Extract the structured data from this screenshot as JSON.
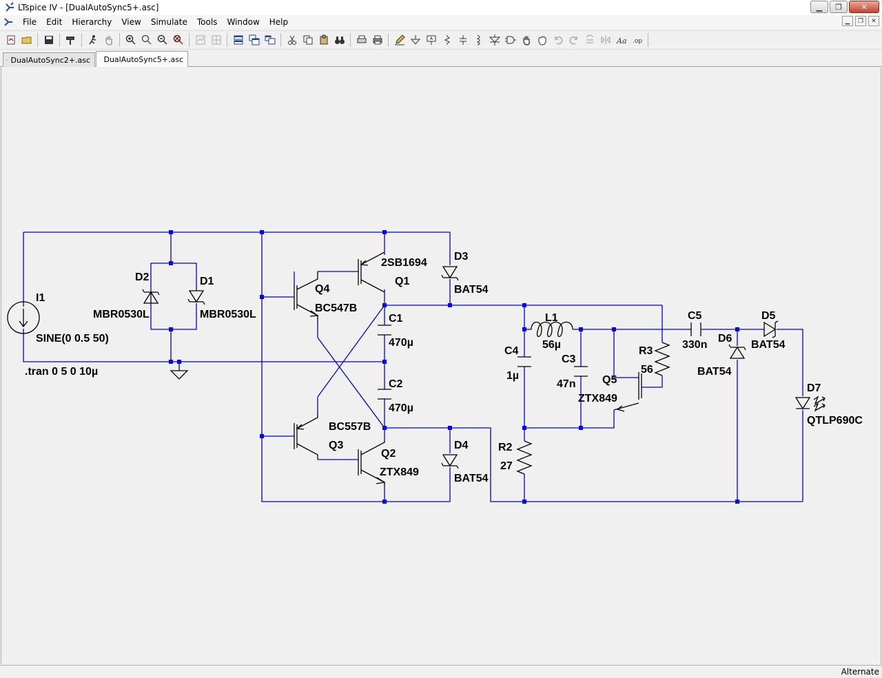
{
  "window": {
    "title": "LTspice IV - [DualAutoSync5+.asc]"
  },
  "menu": [
    "File",
    "Edit",
    "Hierarchy",
    "View",
    "Simulate",
    "Tools",
    "Window",
    "Help"
  ],
  "tabs": [
    {
      "label": "DualAutoSync2+.asc",
      "active": false
    },
    {
      "label": "DualAutoSync5+.asc",
      "active": true
    }
  ],
  "status": {
    "mode": "Alternate"
  },
  "colors": {
    "wire": "#0000cc",
    "junction": "#0000ff",
    "component": "#000000"
  },
  "schematic": {
    "components": {
      "I1": {
        "ref": "I1",
        "value": "SINE(0 0.5 50)"
      },
      "D1": {
        "ref": "D1",
        "value": "MBR0530L"
      },
      "D2": {
        "ref": "D2",
        "value": "MBR0530L"
      },
      "Q1": {
        "ref": "Q1",
        "value": "2SB1694"
      },
      "Q2": {
        "ref": "Q2",
        "value": "ZTX849"
      },
      "Q3": {
        "ref": "Q3",
        "value": "BC557B"
      },
      "Q4": {
        "ref": "Q4",
        "value": "BC547B"
      },
      "Q5": {
        "ref": "Q5",
        "value": "ZTX849"
      },
      "D3": {
        "ref": "D3",
        "value": "BAT54"
      },
      "D4": {
        "ref": "D4",
        "value": "BAT54"
      },
      "D5": {
        "ref": "D5",
        "value": "BAT54"
      },
      "D6": {
        "ref": "D6",
        "value": "BAT54"
      },
      "D7": {
        "ref": "D7",
        "value": "QTLP690C"
      },
      "C1": {
        "ref": "C1",
        "value": "470µ"
      },
      "C2": {
        "ref": "C2",
        "value": "470µ"
      },
      "C3": {
        "ref": "C3",
        "value": "47n"
      },
      "C4": {
        "ref": "C4",
        "value": "1µ"
      },
      "C5": {
        "ref": "C5",
        "value": "330n"
      },
      "L1": {
        "ref": "L1",
        "value": "56µ"
      },
      "R2": {
        "ref": "R2",
        "value": "27"
      },
      "R3": {
        "ref": "R3",
        "value": "56"
      }
    },
    "directive": ".tran 0 5 0 10µ"
  }
}
